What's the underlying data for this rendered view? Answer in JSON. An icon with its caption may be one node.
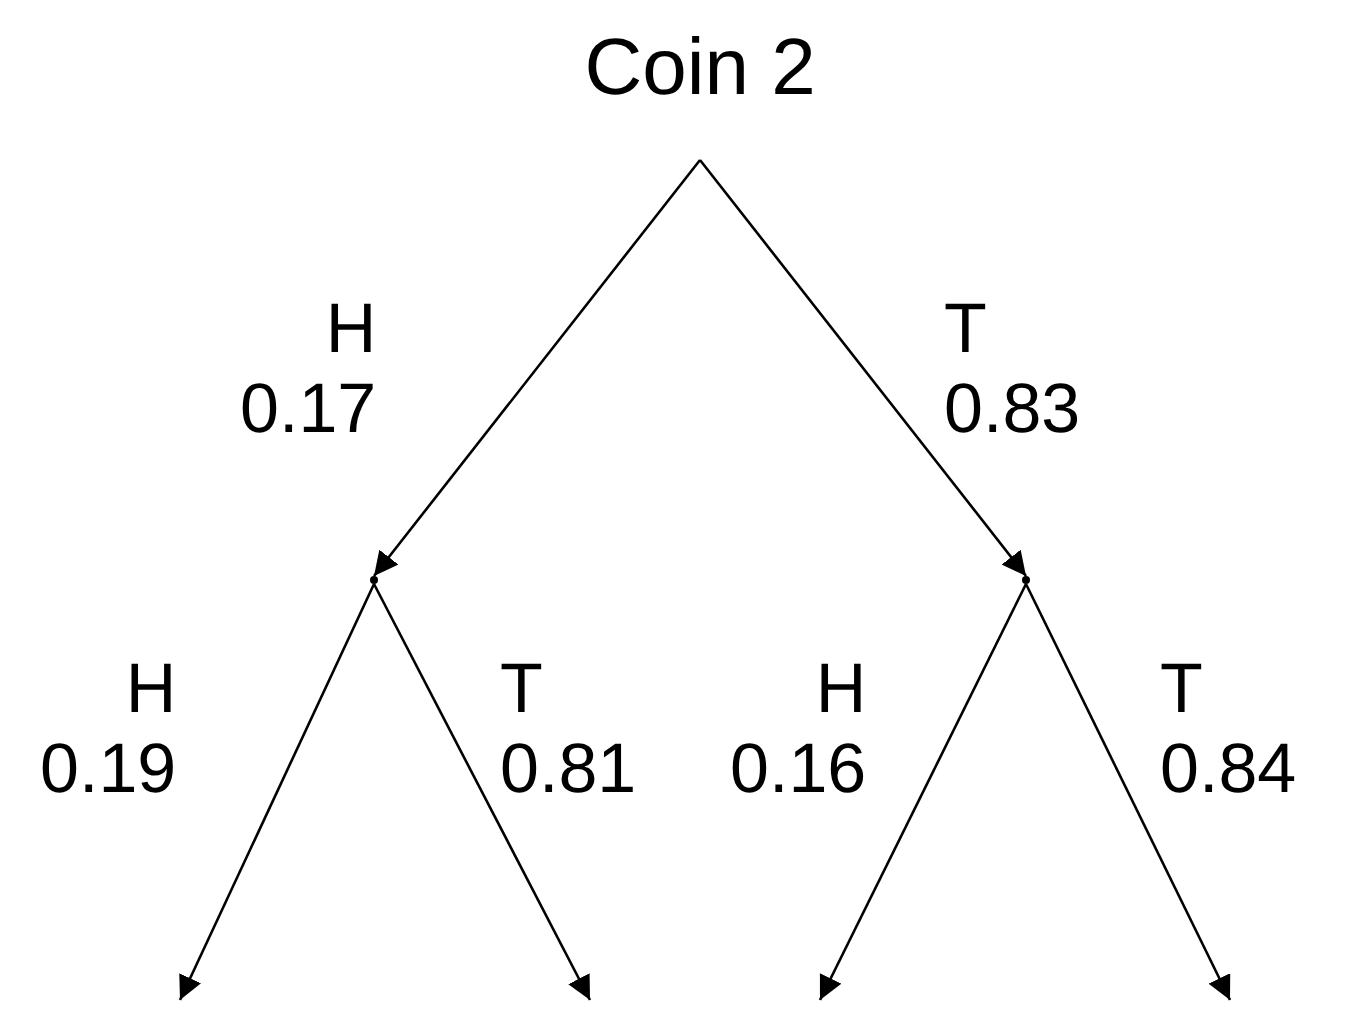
{
  "diagram": {
    "nodes": [
      {
        "text": [
          "Coin 2"
        ]
      },
      {
        "text": [],
        "shape": "point"
      },
      {
        "text": [],
        "shape": "point"
      }
    ],
    "edges": [
      {
        "from": 0,
        "to": 1,
        "arrow": "to",
        "label": "H 0.17"
      },
      {
        "from": 0,
        "to": 2,
        "arrow": "to",
        "label": "T 0.83"
      },
      {
        "from": 1,
        "to": null,
        "arrow": "to",
        "label": "H 0.19"
      },
      {
        "from": 1,
        "to": null,
        "arrow": "to",
        "label": "T 0.81"
      },
      {
        "from": 2,
        "to": null,
        "arrow": "to",
        "label": "H 0.16"
      },
      {
        "from": 2,
        "to": null,
        "arrow": "to",
        "label": "T 0.84"
      }
    ]
  }
}
